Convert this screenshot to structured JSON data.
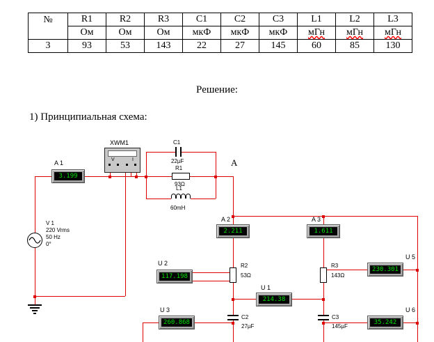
{
  "document": {
    "solution_heading": "Решение:",
    "section_heading": "1) Принципиальная схема:"
  },
  "table": {
    "columns": [
      {
        "name": "№",
        "unit": "",
        "value": "3"
      },
      {
        "name": "R1",
        "unit": "Ом",
        "value": "93"
      },
      {
        "name": "R2",
        "unit": "Ом",
        "value": "53"
      },
      {
        "name": "R3",
        "unit": "Ом",
        "value": "143"
      },
      {
        "name": "C1",
        "unit": "мкФ",
        "value": "22"
      },
      {
        "name": "C2",
        "unit": "мкФ",
        "value": "27"
      },
      {
        "name": "C3",
        "unit": "мкФ",
        "value": "145"
      },
      {
        "name": "L1",
        "unit": "мГн",
        "value": "60"
      },
      {
        "name": "L2",
        "unit": "мГн",
        "value": "85"
      },
      {
        "name": "L3",
        "unit": "мГн",
        "value": "130"
      }
    ]
  },
  "circuit": {
    "wattmeter": {
      "label": "XWM1",
      "v": "V",
      "i": "I"
    },
    "node_a": "A",
    "source": {
      "label": "V 1",
      "voltage": "220 Vrms",
      "frequency": "50 Hz",
      "phase": "0°"
    },
    "ammeters": [
      {
        "id": "a1",
        "label": "A 1",
        "reading": "3.199"
      },
      {
        "id": "a2",
        "label": "A 2",
        "reading": "2.211"
      },
      {
        "id": "a3",
        "label": "A 3",
        "reading": "1.611"
      }
    ],
    "voltmeters": [
      {
        "id": "u1",
        "label": "U 1",
        "reading": "214.38"
      },
      {
        "id": "u2",
        "label": "U 2",
        "reading": "117.198"
      },
      {
        "id": "u3",
        "label": "U 3",
        "reading": "260.868"
      },
      {
        "id": "u5",
        "label": "U 5",
        "reading": "230.301"
      },
      {
        "id": "u6",
        "label": "U 6",
        "reading": "35.242"
      }
    ],
    "components": [
      {
        "id": "c1",
        "label": "C1",
        "value": "22µF"
      },
      {
        "id": "r1",
        "label": "R1",
        "value": "93Ω"
      },
      {
        "id": "l1",
        "label": "L1",
        "value": "60mH"
      },
      {
        "id": "r2",
        "label": "R2",
        "value": "53Ω"
      },
      {
        "id": "r3",
        "label": "R3",
        "value": "143Ω"
      },
      {
        "id": "c2",
        "label": "C2",
        "value": "27µF"
      },
      {
        "id": "c3",
        "label": "C3",
        "value": "145µF"
      }
    ]
  },
  "colors": {
    "wire": "#dd0000",
    "meter_text": "#00e000",
    "spellcheck": "#ff0000"
  }
}
